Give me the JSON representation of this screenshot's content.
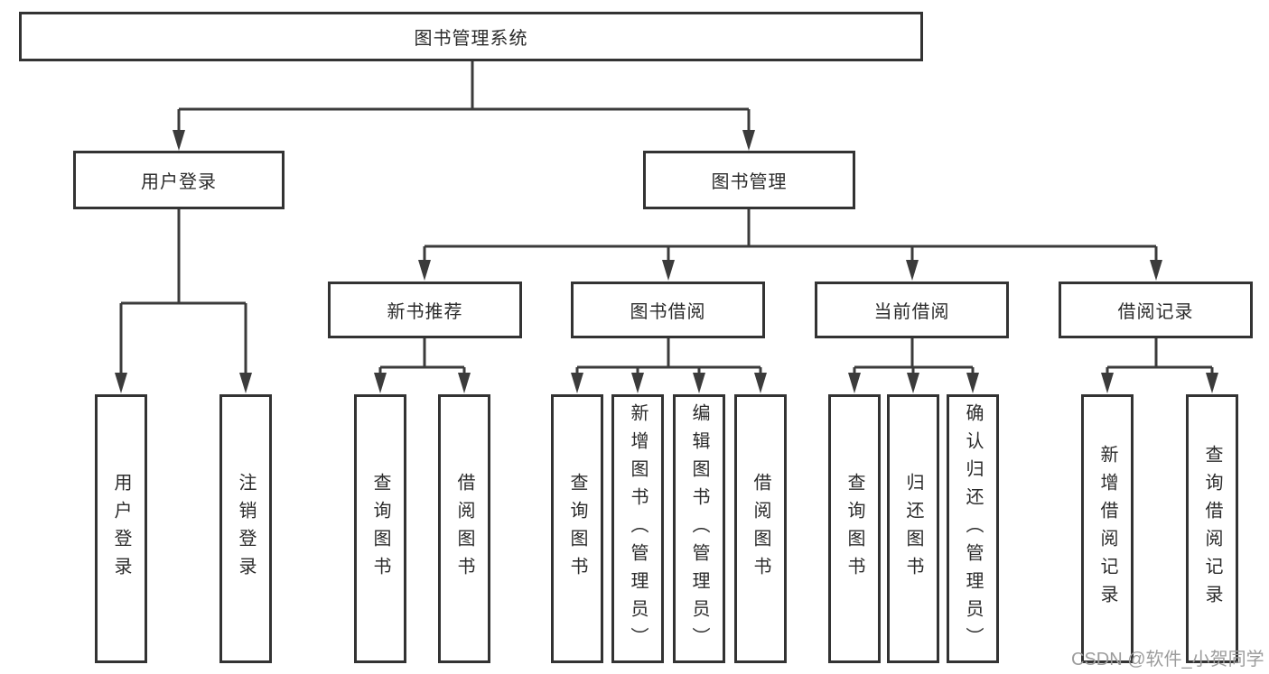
{
  "colors": {
    "line": "#3b3b3b",
    "box_border": "#333333",
    "text": "#2b2b2b",
    "background": "#ffffff",
    "watermark": "#9c9c9c"
  },
  "watermark": {
    "text": "CSDN @软件_小贺同学"
  },
  "tree": {
    "root": {
      "label": "图书管理系统",
      "children": [
        {
          "label": "用户登录",
          "children": [
            {
              "label": "用户登录"
            },
            {
              "label": "注销登录"
            }
          ]
        },
        {
          "label": "图书管理",
          "children": [
            {
              "label": "新书推荐",
              "children": [
                {
                  "label": "查询图书"
                },
                {
                  "label": "借阅图书"
                }
              ]
            },
            {
              "label": "图书借阅",
              "children": [
                {
                  "label": "查询图书"
                },
                {
                  "label": "新增图书（管理员）"
                },
                {
                  "label": "编辑图书（管理员）"
                },
                {
                  "label": "借阅图书"
                }
              ]
            },
            {
              "label": "当前借阅",
              "children": [
                {
                  "label": "查询图书"
                },
                {
                  "label": "归还图书"
                },
                {
                  "label": "确认归还（管理员）"
                }
              ]
            },
            {
              "label": "借阅记录",
              "children": [
                {
                  "label": "新增借阅记录"
                },
                {
                  "label": "查询借阅记录"
                }
              ]
            }
          ]
        }
      ]
    }
  }
}
